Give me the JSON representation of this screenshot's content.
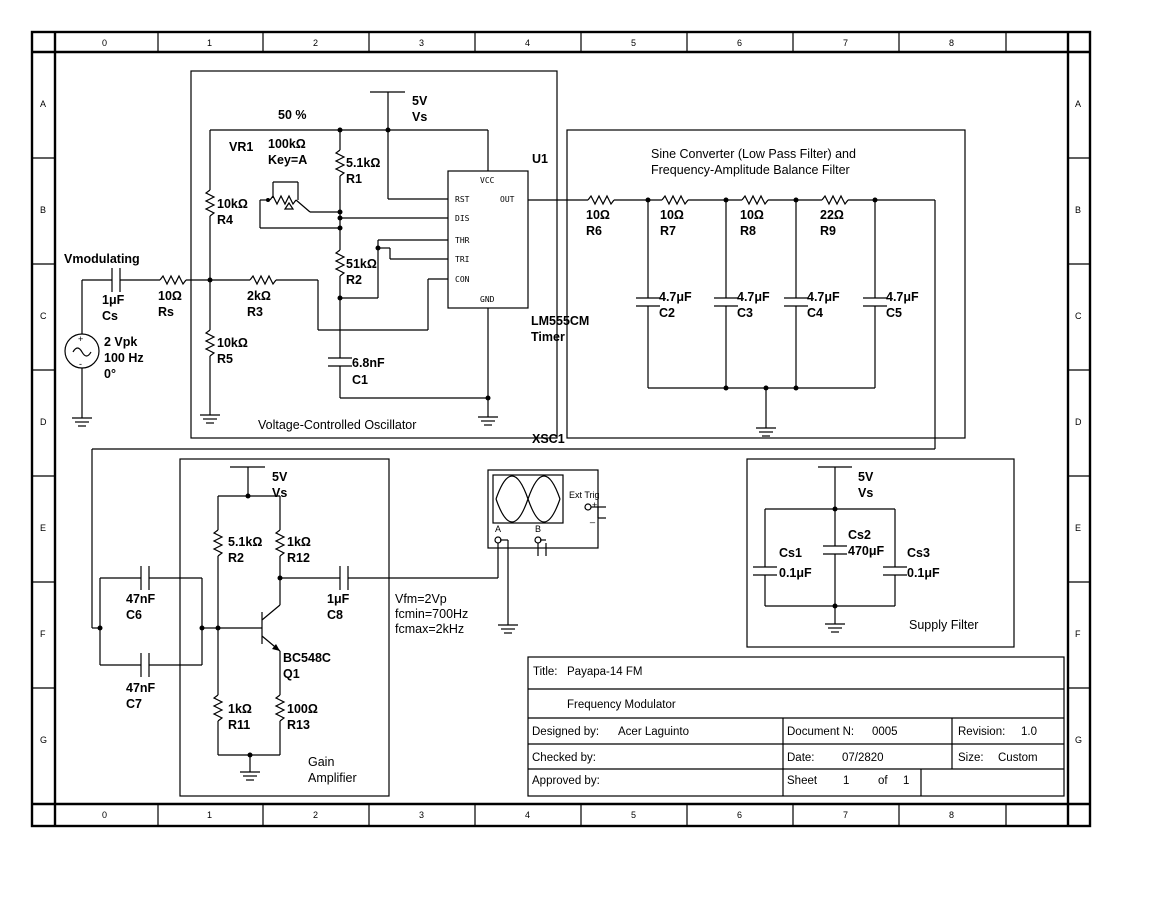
{
  "border": {
    "cols": [
      "0",
      "1",
      "2",
      "3",
      "4",
      "5",
      "6",
      "7",
      "8"
    ],
    "rows": [
      "A",
      "B",
      "C",
      "D",
      "E",
      "F",
      "G"
    ]
  },
  "vco": {
    "title": "Voltage-Controlled  Oscillator",
    "percent": "50 %",
    "vcc_value": "5V",
    "vcc_name": "Vs",
    "vr1_name": "VR1",
    "vr1_value": "100kΩ",
    "vr1_key": "Key=A",
    "r1_value": "5.1kΩ",
    "r1_name": "R1",
    "r2_value": "51kΩ",
    "r2_name": "R2",
    "r3_value": "2kΩ",
    "r3_name": "R3",
    "r4_value": "10kΩ",
    "r4_name": "R4",
    "r5_value": "10kΩ",
    "r5_name": "R5",
    "c1_value": "6.8nF",
    "c1_name": "C1",
    "u1_name": "U1",
    "u1_part": "LM555CM",
    "u1_type": "Timer",
    "pins": {
      "vcc": "VCC",
      "rst": "RST",
      "dis": "DIS",
      "thr": "THR",
      "tri": "TRI",
      "con": "CON",
      "out": "OUT",
      "gnd": "GND"
    }
  },
  "source": {
    "name": "Vmodulating",
    "amplitude": "2 Vpk",
    "frequency": "100 Hz",
    "phase": "0°",
    "cs_value": "1μF",
    "cs_name": "Cs",
    "rs_value": "10Ω",
    "rs_name": "Rs"
  },
  "filter": {
    "title_line1": "Sine Converter (Low Pass Filter) and",
    "title_line2": "Frequency-Amplitude  Balance  Filter",
    "resistors": [
      {
        "value": "10Ω",
        "name": "R6"
      },
      {
        "value": "10Ω",
        "name": "R7"
      },
      {
        "value": "10Ω",
        "name": "R8"
      },
      {
        "value": "22Ω",
        "name": "R9"
      }
    ],
    "caps": [
      {
        "value": "4.7μF",
        "name": "C2"
      },
      {
        "value": "4.7μF",
        "name": "C3"
      },
      {
        "value": "4.7μF",
        "name": "C4"
      },
      {
        "value": "4.7μF",
        "name": "C5"
      }
    ]
  },
  "scope": {
    "name": "XSC1",
    "ext_trig": "Ext Trig",
    "ch_a": "A",
    "ch_b": "B",
    "plus": "+",
    "minus": "_"
  },
  "amp": {
    "title_line1": "Gain",
    "title_line2": "Amplifier",
    "vcc_value": "5V",
    "vcc_name": "Vs",
    "r2_value": "5.1kΩ",
    "r2_name": "R2",
    "r12_value": "1kΩ",
    "r12_name": "R12",
    "r11_value": "1kΩ",
    "r11_name": "R11",
    "r13_value": "100Ω",
    "r13_name": "R13",
    "c6_value": "47nF",
    "c6_name": "C6",
    "c7_value": "47nF",
    "c7_name": "C7",
    "c8_value": "1μF",
    "c8_name": "C8",
    "q1_part": "BC548C",
    "q1_name": "Q1",
    "note1": "Vfm=2Vp",
    "note2": "fcmin=700Hz",
    "note3": "fcmax=2kHz"
  },
  "supply": {
    "title": "Supply  Filter",
    "vcc_value": "5V",
    "vcc_name": "Vs",
    "cs1_name": "Cs1",
    "cs1_value": "0.1μF",
    "cs2_name": "Cs2",
    "cs2_value": "470μF",
    "cs3_name": "Cs3",
    "cs3_value": "0.1μF"
  },
  "title_block": {
    "title_label": "Title:",
    "title_value": "Payapa-14  FM",
    "subtitle": "Frequency  Modulator",
    "designed_label": "Designed  by:",
    "designed_value": "Acer  Laguinto",
    "checked_label": "Checked  by:",
    "approved_label": "Approved  by:",
    "document_label": "Document  N:",
    "document_value": "0005",
    "date_label": "Date:",
    "date_value": "07/2820",
    "sheet_label": "Sheet",
    "sheet_value": "1",
    "of_label": "of",
    "of_value": "1",
    "revision_label": "Revision:",
    "revision_value": "1.0",
    "size_label": "Size:",
    "size_value": "Custom"
  }
}
